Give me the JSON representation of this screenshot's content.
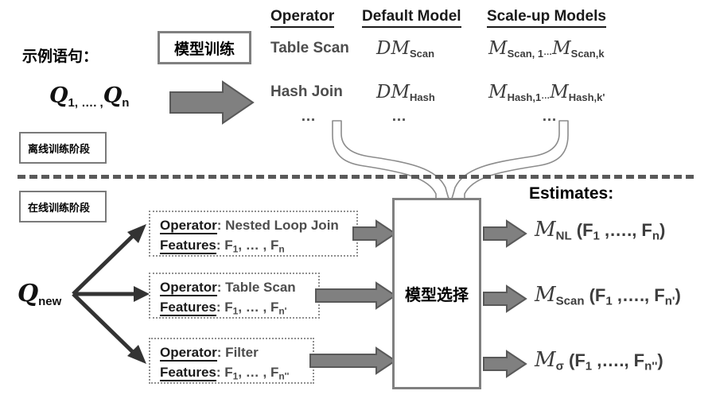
{
  "diagram": {
    "title": "Model training and model selection pipeline",
    "colors": {
      "arrow_fill": "#808080",
      "arrow_stroke": "#595959",
      "box_border": "#808080",
      "divider": "#595959",
      "text_dark": "#1a1a1a",
      "text_grey": "#4d4d4d"
    }
  },
  "offline": {
    "example_label": "示例语句：",
    "queries": {
      "base": "Q",
      "sub1": "1, …. ,",
      "base2": "Q",
      "sub2": "n"
    },
    "training_box": "模型训练",
    "phase_badge": "离线训练阶段",
    "table": {
      "headers": [
        "Operator ",
        "Default Model ",
        "Scale-up Models "
      ],
      "rows": [
        {
          "operator": "Table Scan",
          "default_model": {
            "prefix": "DM",
            "sub": "Scan"
          },
          "scaleup_models": [
            {
              "base": "M",
              "sub": "Scan, 1"
            },
            {
              "sep": "…"
            },
            {
              "base": "M",
              "sub": "Scan,k"
            }
          ]
        },
        {
          "operator": "Hash Join",
          "default_model": {
            "prefix": "DM",
            "sub": "Hash"
          },
          "scaleup_models": [
            {
              "base": "M",
              "sub": "Hash,1"
            },
            {
              "sep": "…"
            },
            {
              "base": "M",
              "sub": "Hash,k'"
            }
          ]
        }
      ],
      "ellipsis_row": [
        "…",
        "…",
        "…"
      ]
    }
  },
  "online": {
    "phase_badge": "在线训练阶段",
    "new_query": {
      "base": "Q",
      "sub": "new"
    },
    "operator_label": "Operator",
    "features_label": "Features",
    "boxes": [
      {
        "operator_label": "Operator",
        "operator_value": ": Nested Loop Join",
        "features_label": "Features",
        "features_value": ":  F",
        "features_sub1": "1",
        "features_mid": ", … , F",
        "features_sub2": "n"
      },
      {
        "operator_label": "Operator",
        "operator_value": ": Table Scan",
        "features_label": "Features",
        "features_value": ":  F",
        "features_sub1": "1",
        "features_mid": ", … , F",
        "features_sub2": "n'"
      },
      {
        "operator_label": "Operator",
        "operator_value": ": Filter",
        "features_label": "Features",
        "features_value": ":  F",
        "features_sub1": "1",
        "features_mid": ", … , F",
        "features_sub2": "n''"
      }
    ],
    "selection_box": "模型选择",
    "estimates_label": "Estimates:",
    "estimates": [
      {
        "base": "M",
        "sub": "NL",
        "args_open": " (F",
        "arg_sub1": "1",
        "args_mid": " ,…., F",
        "arg_sub2": "n",
        "args_close": ")"
      },
      {
        "base": "M",
        "sub": "Scan",
        "args_open": " (F",
        "arg_sub1": "1",
        "args_mid": " ,…., F",
        "arg_sub2": "n'",
        "args_close": ")"
      },
      {
        "base": "M",
        "sub": "σ",
        "args_open": " (F",
        "arg_sub1": "1",
        "args_mid": " ,…., F",
        "arg_sub2": "n''",
        "args_close": ")"
      }
    ]
  }
}
